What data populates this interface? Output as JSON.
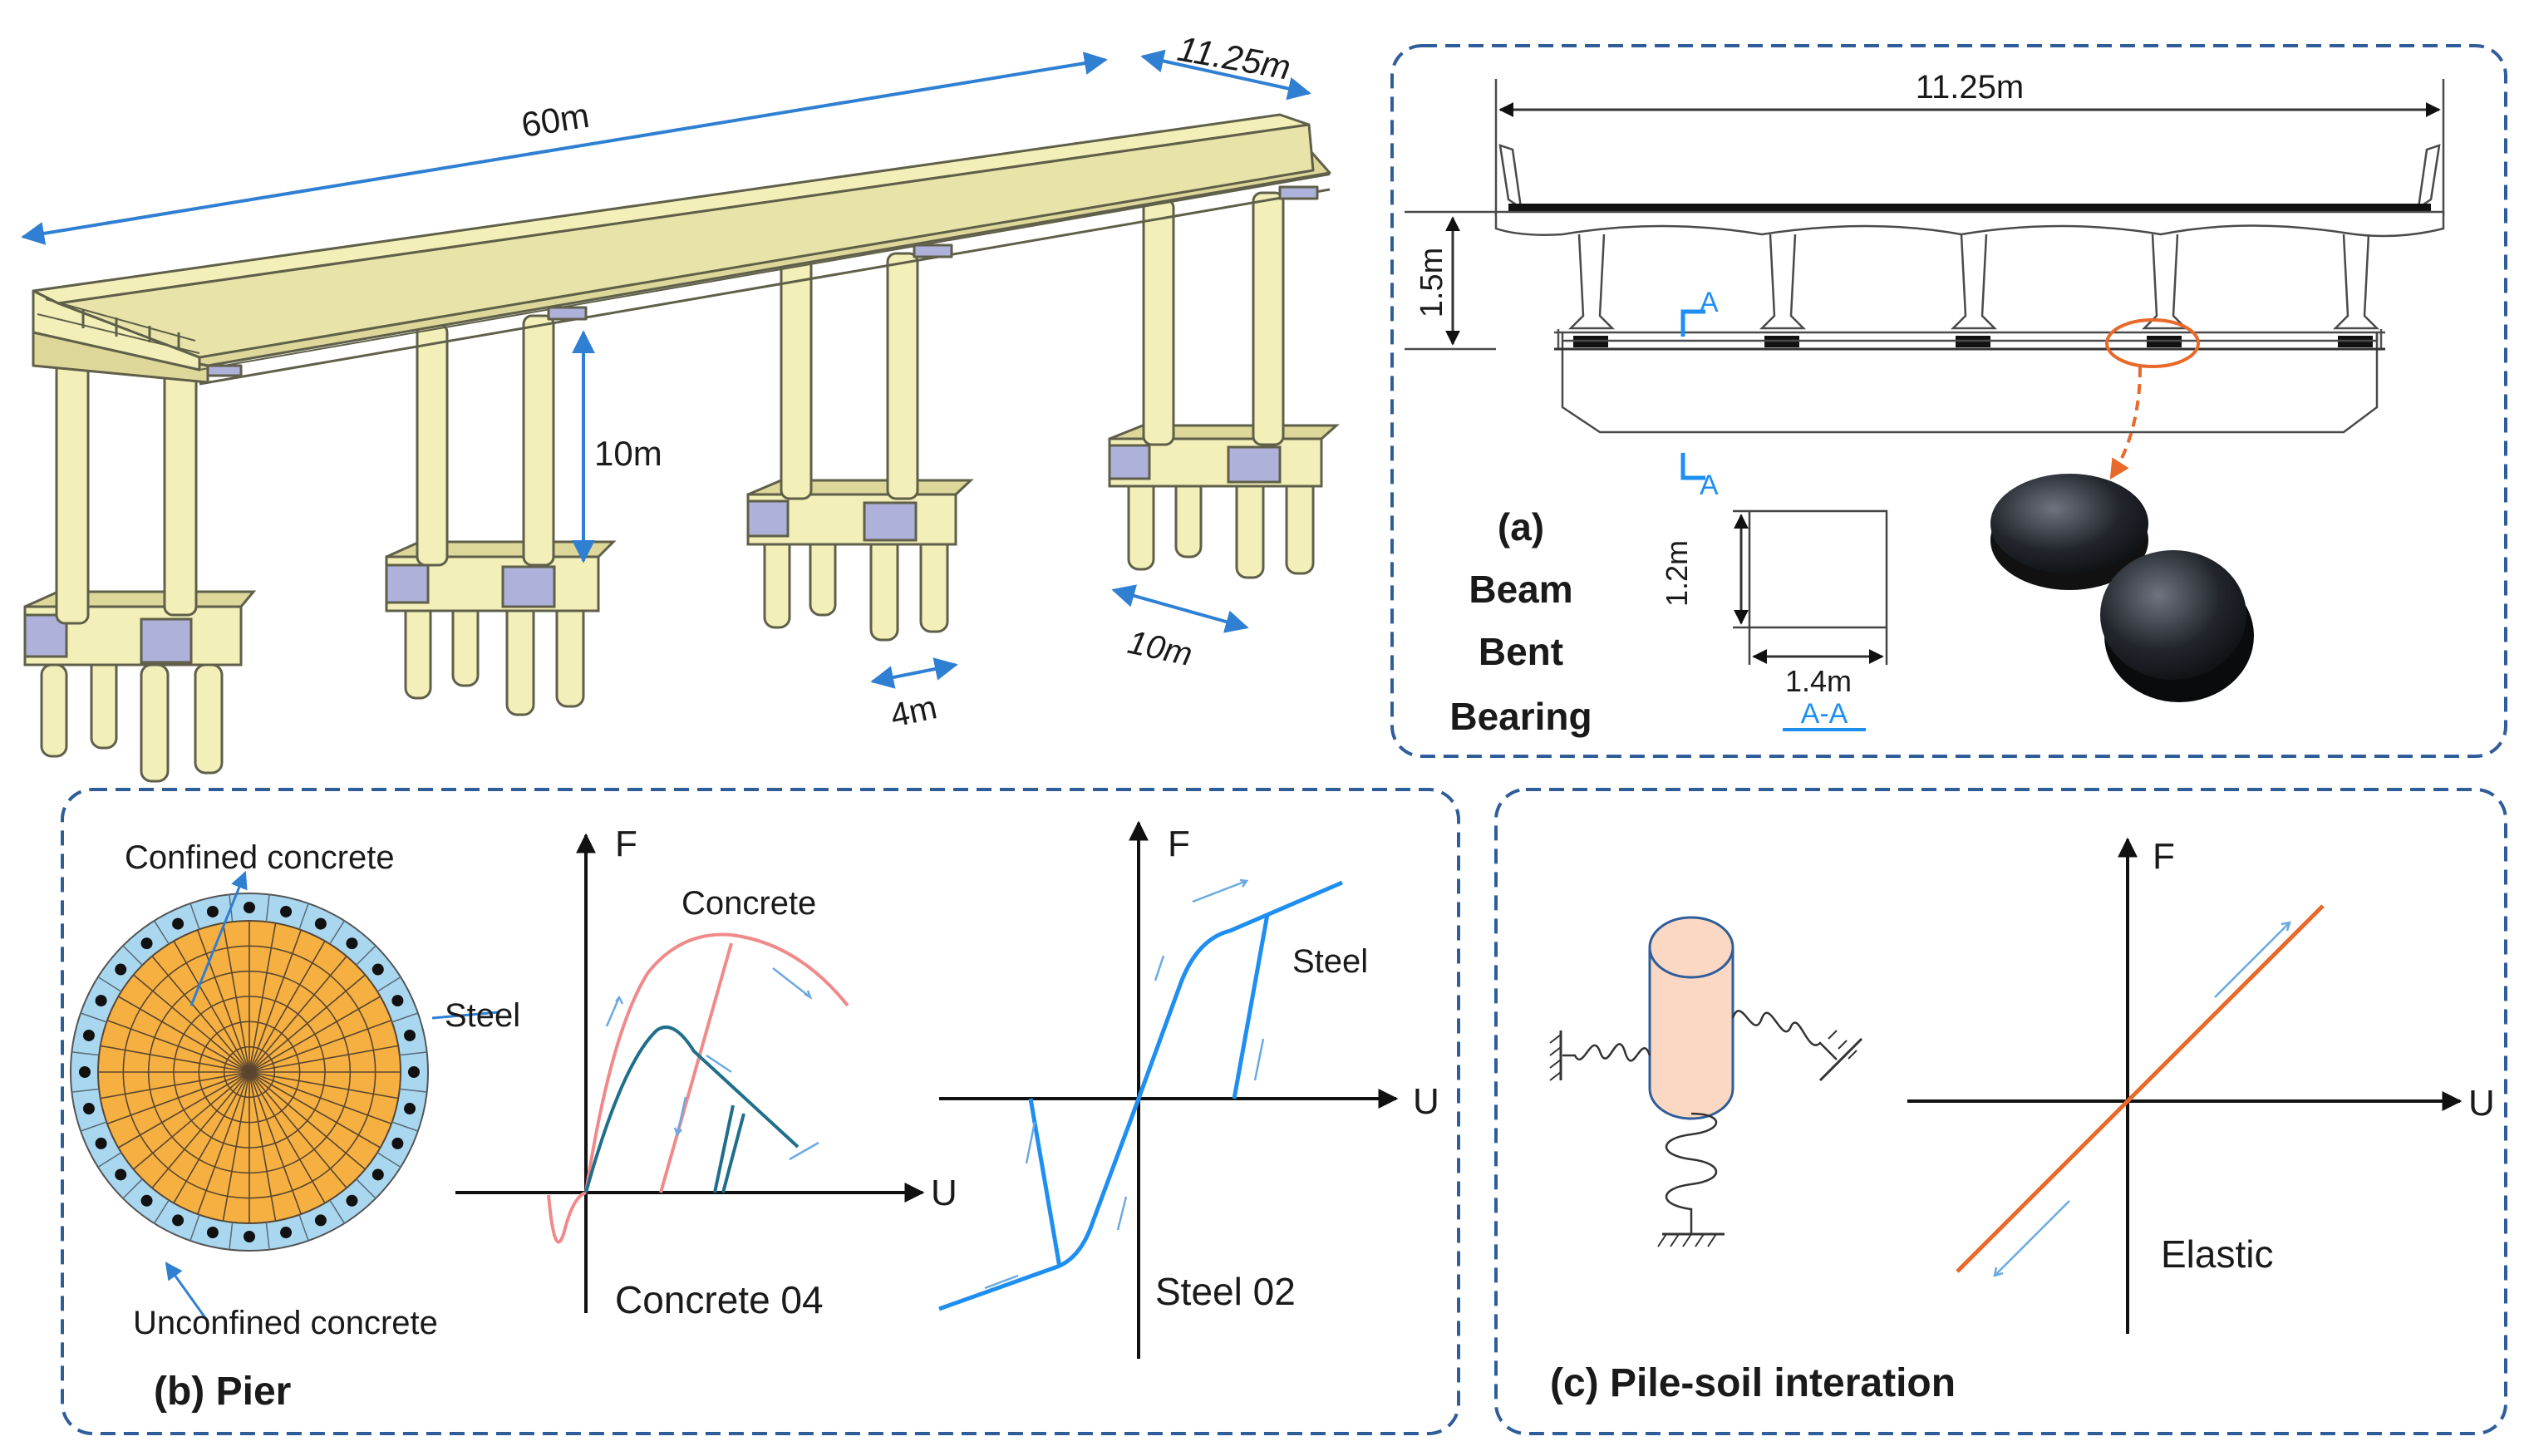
{
  "colors": {
    "frame": "#2f5d9a",
    "dim_blue": "#2f7fd3",
    "bridge_fill": "#f3efb8",
    "bridge_dark": "#ddd79a",
    "bridge_stroke": "#5f5f4a",
    "bearing_cap": "#aeb1d9",
    "concrete_red": "#f08a8a",
    "concrete_teal": "#1f6f8b",
    "steel_blue": "#1e8ff0",
    "core_orange": "#f5b041",
    "cover_blue": "#a9d7ef",
    "pile_fill": "#fbd8c4",
    "elastic_orange": "#e8692a"
  },
  "bridge": {
    "length": "60m",
    "width": "11.25m",
    "pier_height": "10m",
    "pile_spacing": "4m",
    "cap_length": "10m"
  },
  "panel_a": {
    "deck_width": "11.25m",
    "girder_depth": "1.5m",
    "section_mark": "A",
    "section_height": "1.2m",
    "section_width": "1.4m",
    "section_label": "A-A",
    "title_letter": "(a)",
    "title_line1": "Beam",
    "title_line2": "Bent",
    "title_line3": "Bearing"
  },
  "panel_b": {
    "label_confined": "Confined concrete",
    "label_steel": "Steel",
    "label_unconfined": "Unconfined concrete",
    "axis_f": "F",
    "axis_u": "U",
    "concrete_curve_label": "Concrete",
    "concrete_model": "Concrete 04",
    "steel_curve_label": "Steel",
    "steel_model": "Steel 02",
    "title": "(b) Pier"
  },
  "panel_c": {
    "axis_f": "F",
    "axis_u": "U",
    "model": "Elastic",
    "title": "(c) Pile-soil interation"
  }
}
